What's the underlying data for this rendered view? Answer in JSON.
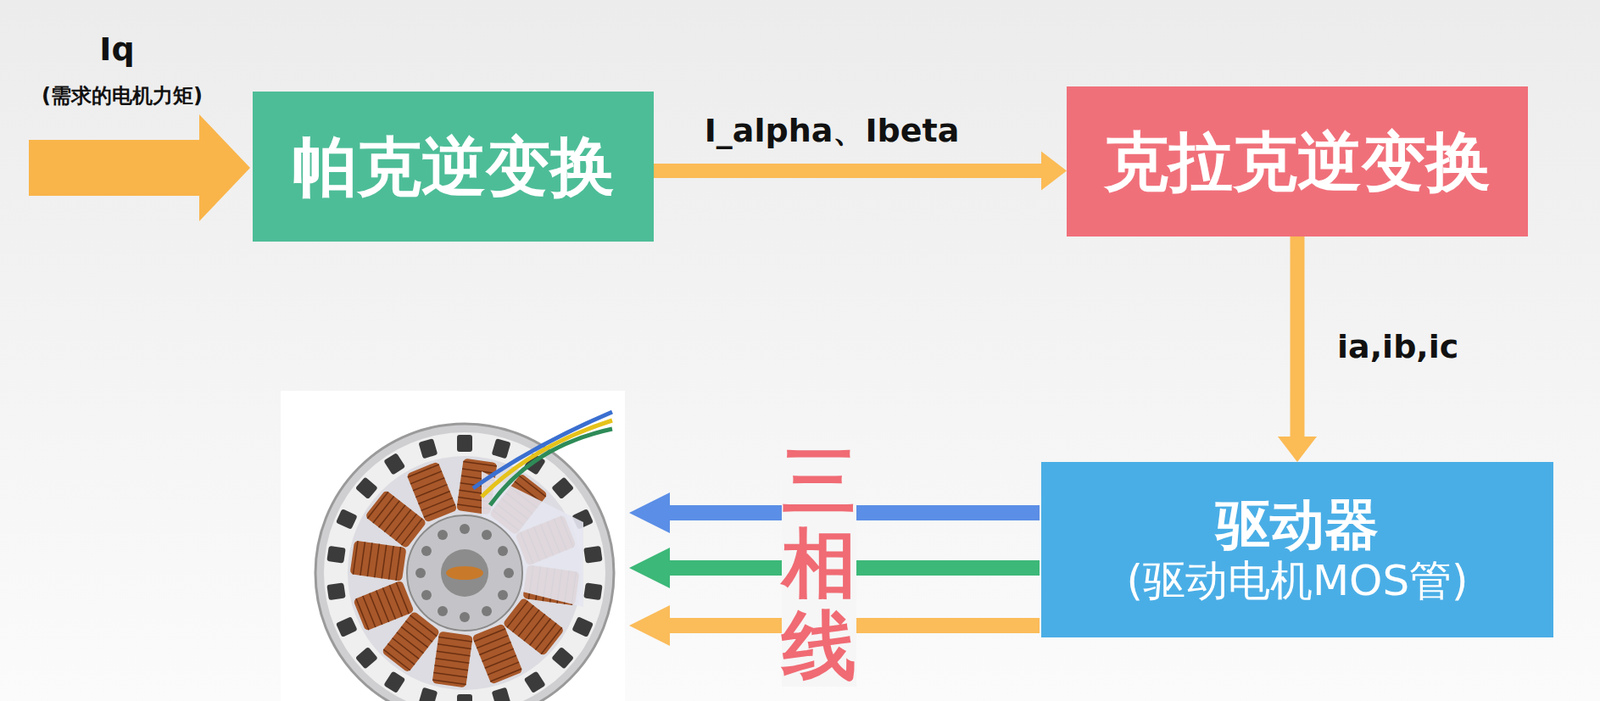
{
  "diagram": {
    "nodes": [
      {
        "text": [
          "帕克逆变换"
        ]
      },
      {
        "text": [
          "克拉克逆变换"
        ]
      },
      {
        "text": [
          "驱动器",
          "(驱动电机MOS管)"
        ]
      }
    ],
    "edges": [
      {
        "from": 0,
        "to": 1,
        "arrow": "to",
        "label": "I_alpha、Ibeta"
      },
      {
        "from": 1,
        "to": 2,
        "arrow": "to",
        "label": "ia,ib,ic"
      }
    ],
    "labels": [
      "Iq",
      "(需求的电机力矩)",
      "三相线"
    ]
  }
}
